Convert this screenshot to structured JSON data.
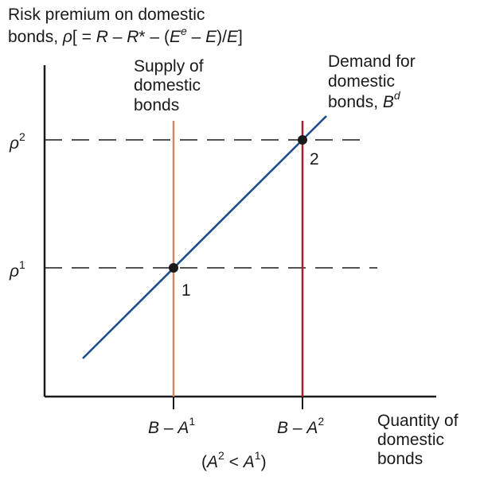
{
  "colors": {
    "axis": "#1a1a1a",
    "demand": "#1f4e8c",
    "supply_1": "#d08a66",
    "supply_2": "#b01c2e",
    "dash": "#1a1a1a",
    "point": "#1a1a1a"
  },
  "y_axis": {
    "title_line1": "Risk premium on domestic",
    "title_line2_prefix": "bonds, ",
    "rho": "ρ",
    "title_line2_mid": "[ = ",
    "R": "R",
    "minus": " – ",
    "R_star": "R",
    "star": "*",
    "open_paren": "(",
    "E": "E",
    "e_sup": "e",
    "close": ")/",
    "E2": "E",
    "bracket": "]",
    "tick_high_base": "ρ",
    "tick_high_sup": "2",
    "tick_low_base": "ρ",
    "tick_low_sup": "1"
  },
  "x_axis": {
    "title_line1": "Quantity of",
    "title_line2": "domestic",
    "title_line3": "bonds",
    "tick1_B": "B",
    "tick1_dash": " – ",
    "tick1_A": "A",
    "tick1_sup": "1",
    "tick2_B": "B",
    "tick2_dash": " – ",
    "tick2_A": "A",
    "tick2_sup": "2",
    "note_open": "(",
    "note_A2": "A",
    "note_A2_sup": "2",
    "note_lt": " < ",
    "note_A1": "A",
    "note_A1_sup": "1",
    "note_close": ")"
  },
  "labels": {
    "supply_line1": "Supply of",
    "supply_line2": "domestic",
    "supply_line3": "bonds",
    "demand_line1": "Demand for",
    "demand_line2": "domestic",
    "demand_line3_prefix": "bonds, ",
    "demand_B": "B",
    "demand_sup": "d",
    "point1": "1",
    "point2": "2"
  }
}
